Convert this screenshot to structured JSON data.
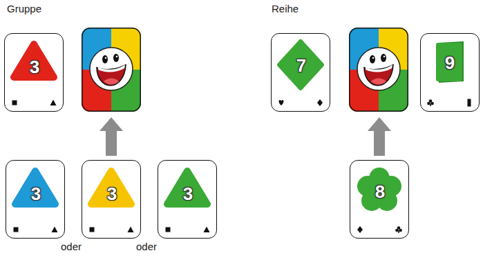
{
  "diagram": {
    "nodes": [
      {
        "text": [
          "3"
        ]
      },
      {
        "text": [
          "7"
        ]
      },
      {
        "text": [
          "9"
        ]
      },
      {
        "text": [
          "3"
        ]
      },
      {
        "text": [
          "3"
        ]
      },
      {
        "text": [
          "3"
        ]
      },
      {
        "text": [
          "8"
        ]
      }
    ],
    "labels": [
      "Gruppe",
      "Reihe",
      "oder",
      "oder"
    ]
  }
}
